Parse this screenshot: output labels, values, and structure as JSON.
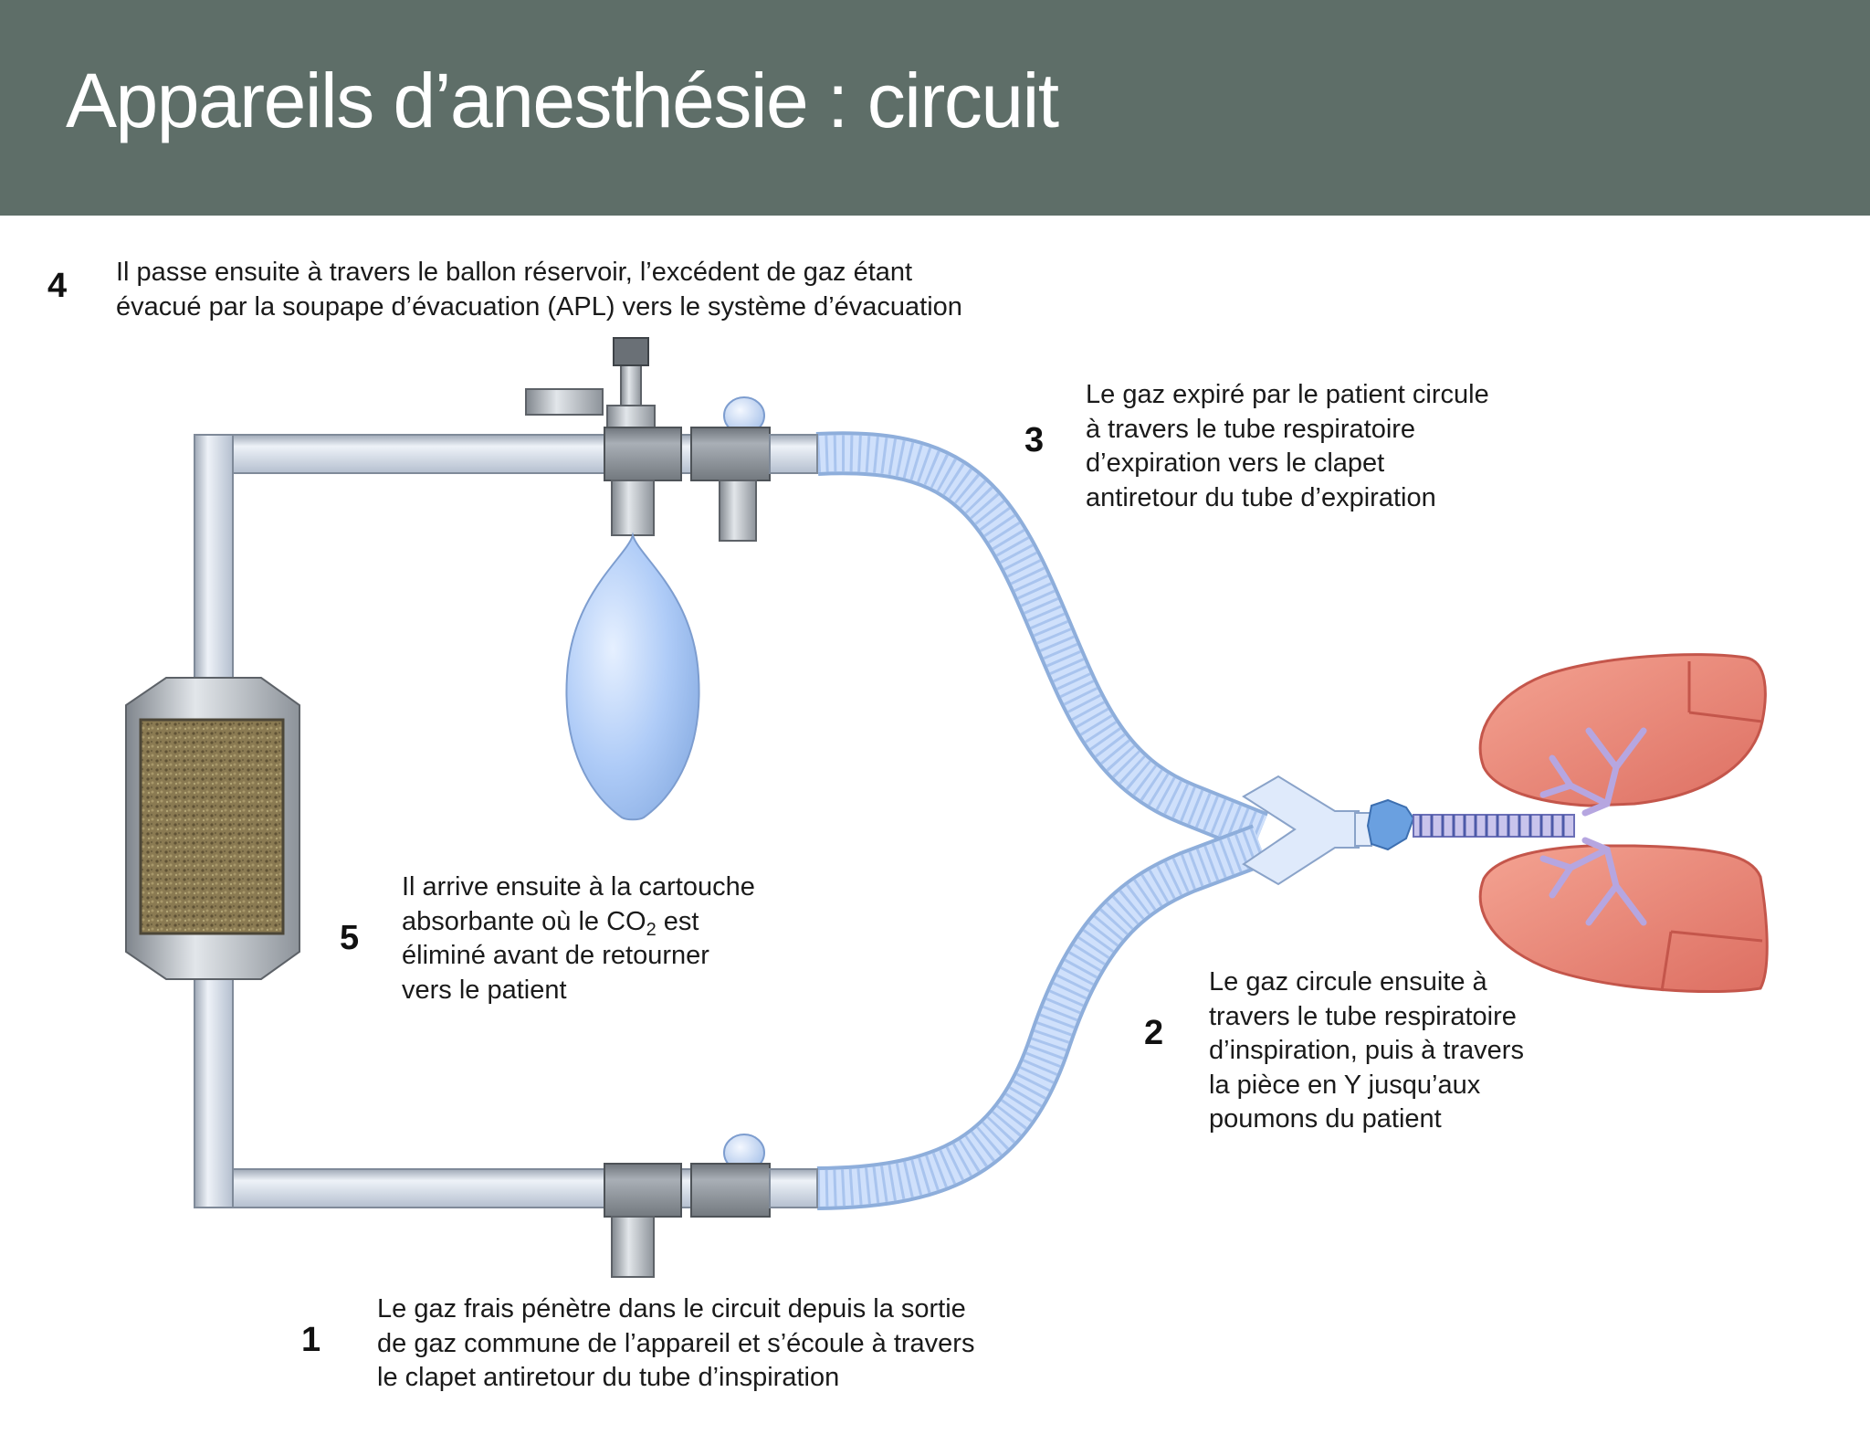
{
  "title": "Appareils d’anesthésie : circuit",
  "steps": [
    {
      "number": "1",
      "lines": [
        "Le gaz frais pénètre dans le circuit depuis la sortie",
        "de gaz commune de l’appareil et s’écoule à travers",
        "le clapet antiretour du tube d’inspiration"
      ]
    },
    {
      "number": "2",
      "lines": [
        "Le gaz circule ensuite à",
        "travers le tube respiratoire",
        "d’inspiration, puis à travers",
        "la pièce en Y jusqu’aux",
        "poumons du patient"
      ]
    },
    {
      "number": "3",
      "lines": [
        "Le gaz expiré par le patient circule",
        "à travers le tube respiratoire",
        "d’expiration vers le clapet",
        "antiretour du tube d’expiration"
      ]
    },
    {
      "number": "4",
      "lines": [
        "Il passe ensuite à travers le ballon réservoir, l’excédent de gaz étant",
        "évacué par la soupape d’évacuation (APL) vers le système d’évacuation"
      ]
    },
    {
      "number": "5",
      "line1": "Il arrive ensuite à la cartouche",
      "line2_before": "absorbante où le CO",
      "line2_sub": "2",
      "line2_after": " est",
      "line3": "éliminé avant de retourner",
      "line4": "vers le patient"
    }
  ],
  "colors": {
    "header": "#5e6e68",
    "tube": "#c8d6ec",
    "hose": "#bcd4f6",
    "valve": "#8c949c",
    "absorbent": "#8a7a52",
    "lung": "#e9877a"
  }
}
